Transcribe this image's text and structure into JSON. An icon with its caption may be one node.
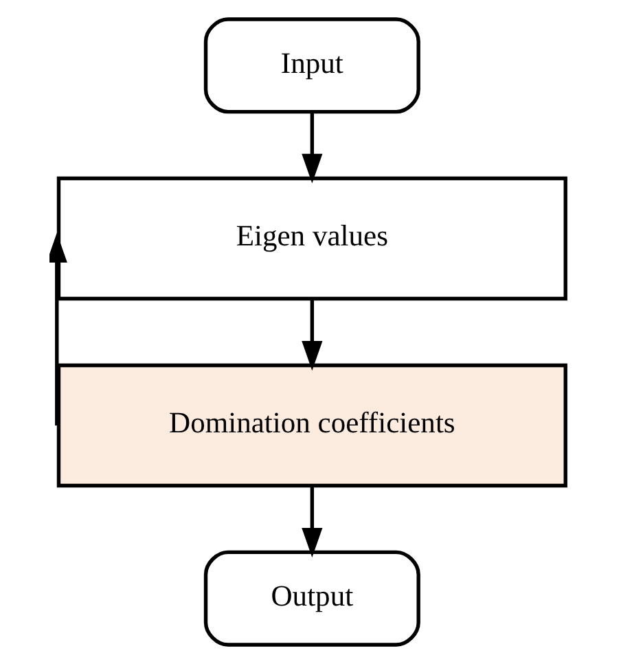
{
  "diagram": {
    "nodes": [
      {
        "text": [
          "Input"
        ]
      },
      {
        "text": [
          "Eigen values"
        ]
      },
      {
        "text": [
          "Domination coefficients"
        ]
      },
      {
        "text": [
          "Output"
        ]
      }
    ],
    "edges": [
      {
        "from": 0,
        "to": 1,
        "arrow": "to"
      },
      {
        "from": 1,
        "to": 2,
        "arrow": "to"
      },
      {
        "from": 2,
        "to": 3,
        "arrow": "to"
      },
      {
        "from": 2,
        "to": 1,
        "arrow": "to"
      }
    ]
  }
}
